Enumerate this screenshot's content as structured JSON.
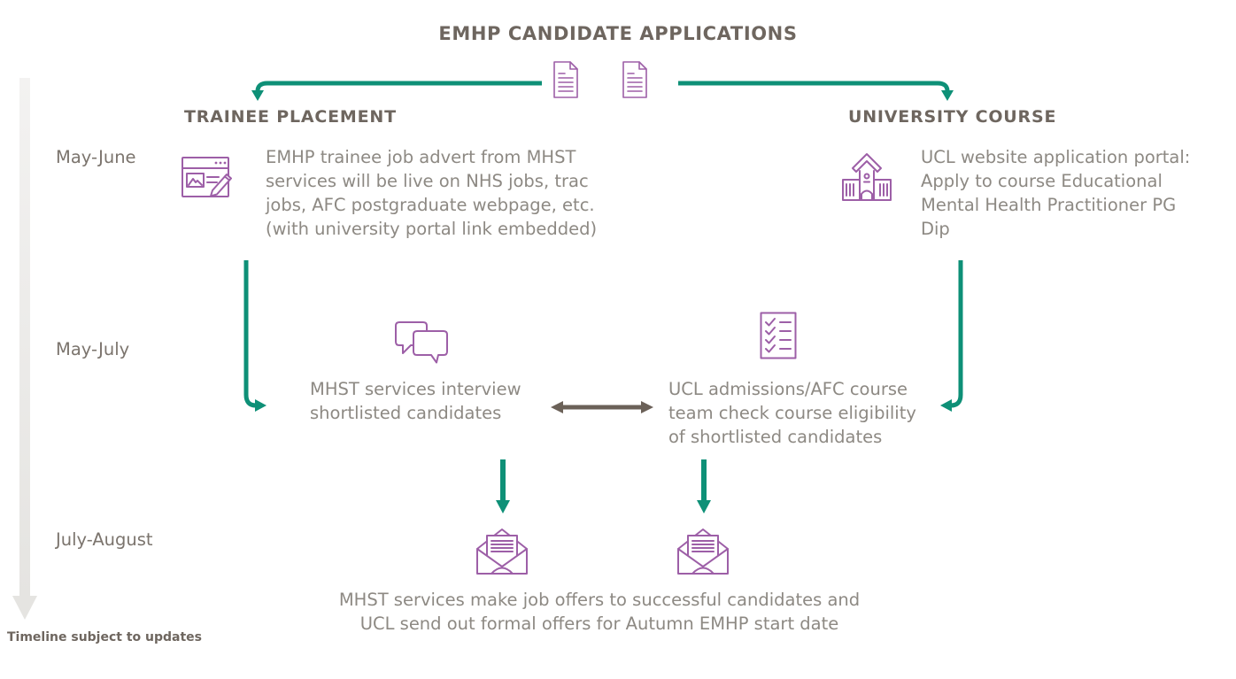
{
  "title": "EMHP CANDIDATE APPLICATIONS",
  "columns": {
    "left": {
      "header": "TRAINEE PLACEMENT"
    },
    "right": {
      "header": "UNIVERSITY COURSE"
    }
  },
  "timeline": {
    "labels": [
      "May-June",
      "May-July",
      "July-August"
    ],
    "footnote": "Timeline subject to updates"
  },
  "stages": {
    "advert": [
      "EMHP trainee job advert from MHST",
      "services will be live on NHS jobs, trac",
      "jobs, AFC postgraduate webpage, etc.",
      "(with university portal link embedded)"
    ],
    "portal": [
      "UCL website application portal:",
      "Apply to course Educational",
      "Mental Health Practitioner PG",
      "Dip"
    ],
    "interview": [
      "MHST services interview",
      "shortlisted candidates"
    ],
    "eligibility": [
      "UCL admissions/AFC course",
      "team check course eligibility",
      "of shortlisted candidates"
    ],
    "offers": [
      "MHST services make job offers to successful candidates and",
      "UCL send out formal offers for Autumn EMHP start date"
    ]
  },
  "icons": [
    "document-icon",
    "webpage-advert-icon",
    "university-building-icon",
    "chat-bubbles-icon",
    "checklist-icon",
    "open-envelope-icon",
    "timeline-down-arrow"
  ],
  "colors": {
    "accent_green": "#0e9077",
    "icon_purple": "#9d5fa7",
    "heading_taupe": "#6e665f",
    "body_gray": "#8d8983",
    "label_gray": "#7b746d",
    "double_arrow_gray": "#6b6158",
    "timeline_bar_gray": "#e5e4e1"
  }
}
